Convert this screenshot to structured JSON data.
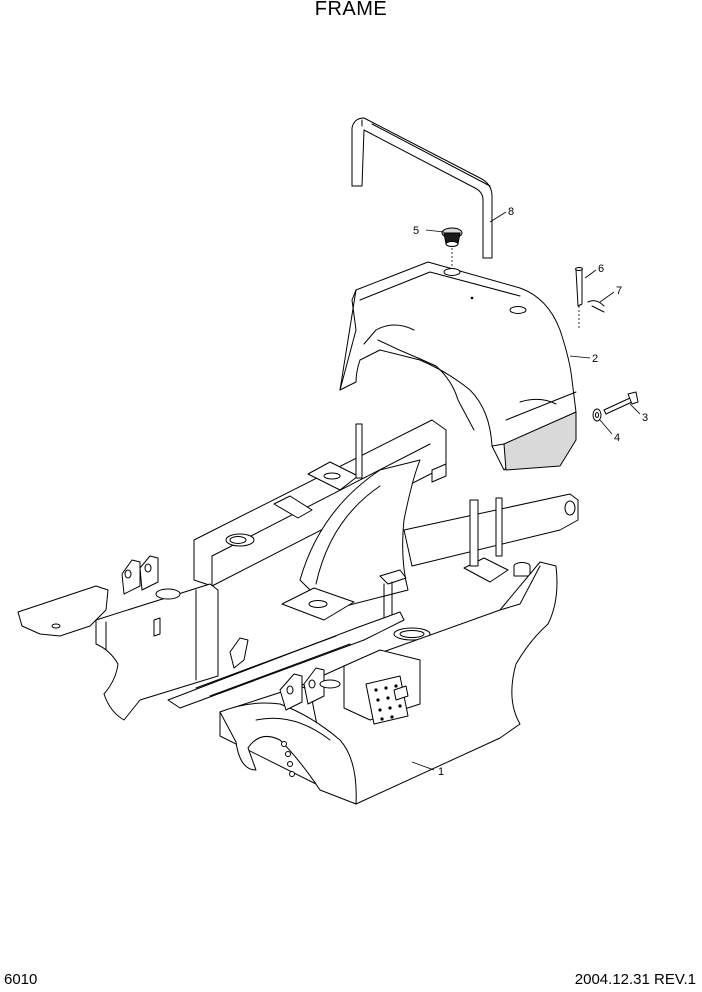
{
  "title": "FRAME",
  "footer": {
    "page_code": "6010",
    "date_rev": "2004.12.31  REV.1"
  },
  "callouts": [
    {
      "id": "c1",
      "label": "1"
    },
    {
      "id": "c2",
      "label": "2"
    },
    {
      "id": "c3",
      "label": "3"
    },
    {
      "id": "c4",
      "label": "4"
    },
    {
      "id": "c5",
      "label": "5"
    },
    {
      "id": "c6",
      "label": "6"
    },
    {
      "id": "c7",
      "label": "7"
    },
    {
      "id": "c8",
      "label": "8"
    }
  ]
}
